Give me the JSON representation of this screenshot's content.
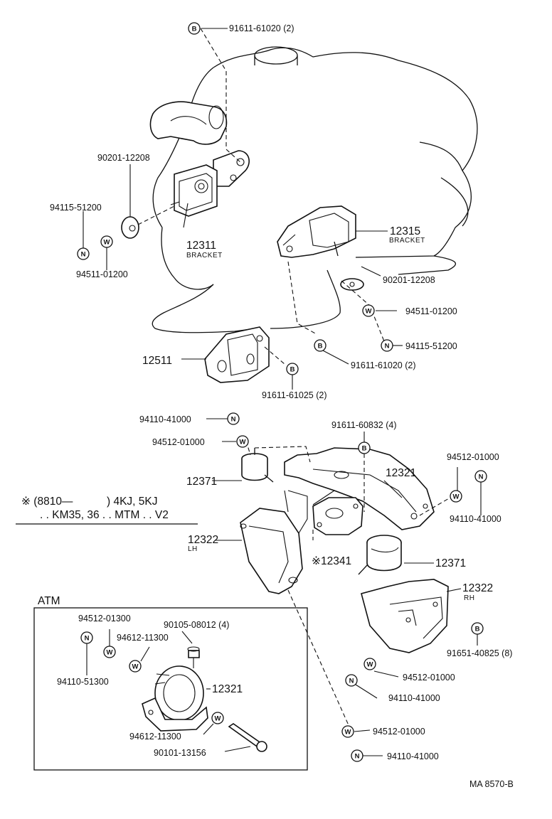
{
  "parts": {
    "p91611_61020_top": "91611-61020 (2)",
    "p90201_12208_left": "90201-12208",
    "p94115_51200_left": "94115-51200",
    "p94511_01200_left": "94511-01200",
    "p12311": "12311",
    "bracket_left": "BRACKET",
    "p12315": "12315",
    "bracket_right": "BRACKET",
    "p90201_12208_right": "90201-12208",
    "p94511_01200_right": "94511-01200",
    "p94115_51200_right": "94115-51200",
    "p91611_61020_mid": "91611-61020 (2)",
    "p12511": "12511",
    "p91611_61025": "91611-61025 (2)",
    "p94110_41000_top": "94110-41000",
    "p94512_01000_top": "94512-01000",
    "p91611_60832": "91611-60832 (4)",
    "p12371_left": "12371",
    "p12321_main": "12321",
    "p94512_01000_right": "94512-01000",
    "p94110_41000_right": "94110-41000",
    "p12322_left": "12322",
    "lh": "LH",
    "p12341": "※12341",
    "p12371_right": "12371",
    "p12322_right": "12322",
    "rh": "RH",
    "p91651_40825": "91651-40825 (8)",
    "p94512_01000_low": "94512-01000",
    "p94110_41000_low": "94110-41000",
    "p94512_01000_bottom": "94512-01000",
    "p94110_41000_bottom": "94110-41000"
  },
  "note": {
    "line1_a": "※ (8810—",
    "line1_b": ") 4KJ, 5KJ",
    "line2": ". . KM35, 36 . . MTM . . V2"
  },
  "atm": {
    "title": "ATM",
    "p94512_01300": "94512-01300",
    "p90105_08012": "90105-08012 (4)",
    "p94612_11300_top": "94612-11300",
    "p94110_51300": "94110-51300",
    "p12321": "12321",
    "p94612_11300_low": "94612-11300",
    "p90101_13156": "90101-13156"
  },
  "symbols": {
    "bolt": "B",
    "nut": "N",
    "washer": "W"
  },
  "footer": {
    "code": "MA  8570-B"
  }
}
